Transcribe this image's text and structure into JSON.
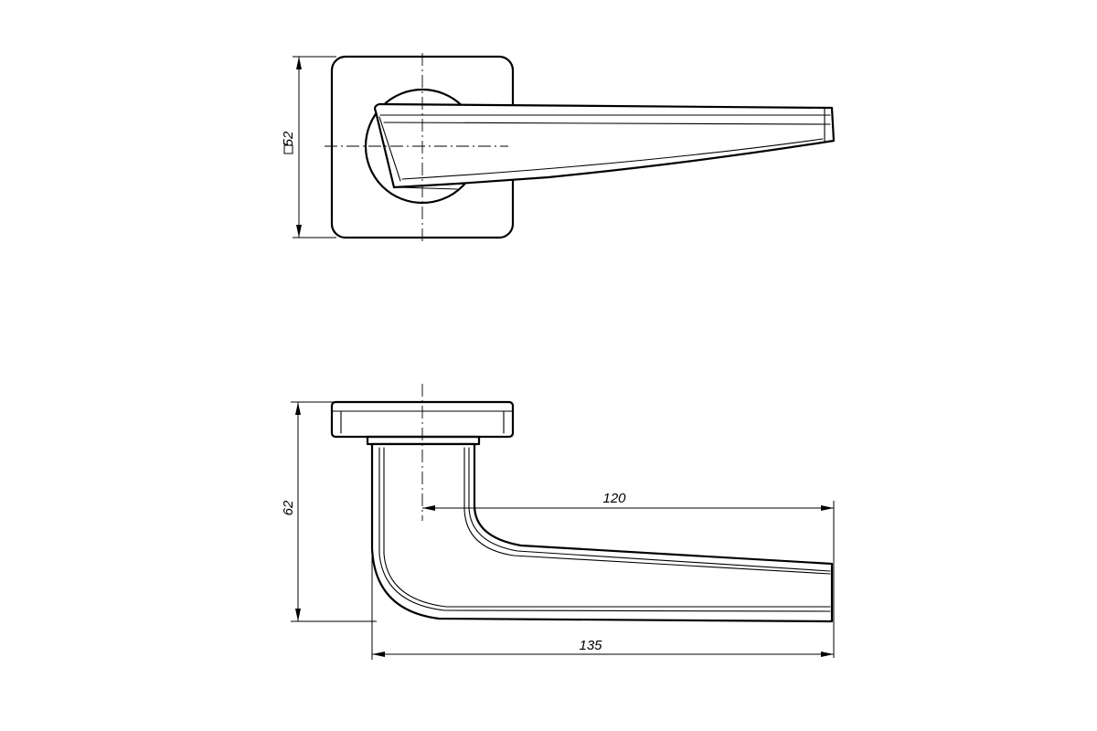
{
  "dimensions": {
    "rose_square": "52",
    "projection_total": "62",
    "lever_length_from_axis": "120",
    "overall_length": "135"
  }
}
